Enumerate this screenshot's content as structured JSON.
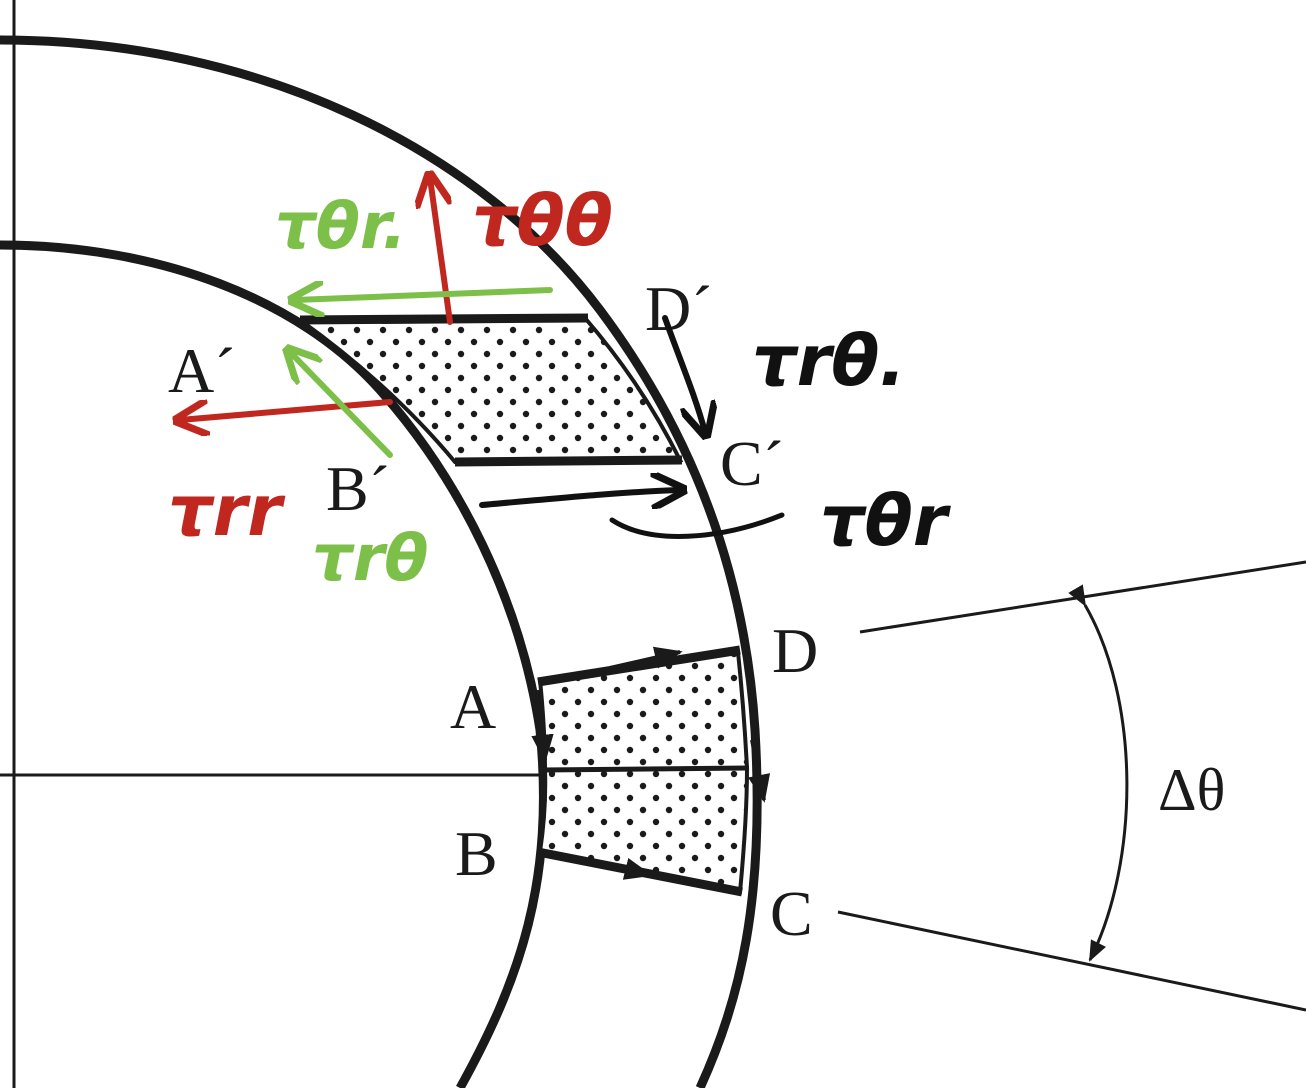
{
  "labels": {
    "a_prime": "A´",
    "b_prime": "B´",
    "c_prime": "C´",
    "d_prime": "D´",
    "a": "A",
    "b": "B",
    "c": "C",
    "d": "D",
    "delta_theta": "Δθ"
  },
  "annotations": {
    "red_top": "τθθ",
    "red_left": "τrr",
    "green_top": "τθr.",
    "green_bottom": "τrθ",
    "black_upper": "τrθ.",
    "black_lower": "τθr"
  },
  "colors": {
    "ink": "#1a1a1a",
    "red": "#c0281f",
    "green": "#7cc04a",
    "black_pen": "#111111"
  }
}
